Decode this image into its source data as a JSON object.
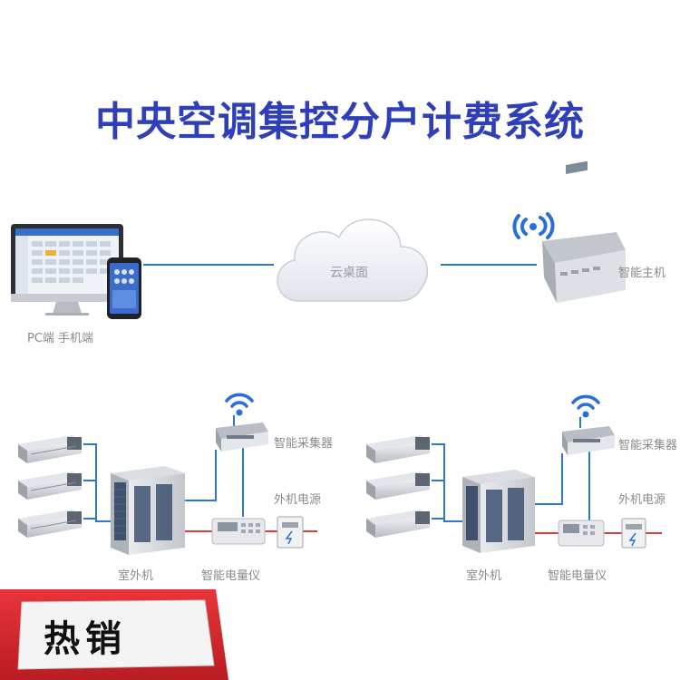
{
  "title": "中央空调集控分户计费系统",
  "top": {
    "pc_label": "PC端 手机端",
    "cloud_label": "云桌面",
    "host_label": "智能主机"
  },
  "left_group": {
    "collector_label": "智能采集器",
    "power_label": "外机电源",
    "outdoor_label": "室外机",
    "meter_label": "智能电量仪"
  },
  "right_group": {
    "collector_label": "智能采集器",
    "power_label": "外机电源",
    "outdoor_label": "室外机",
    "meter_label": "智能电量仪"
  },
  "badge": {
    "text": "热销"
  },
  "colors": {
    "title": "#2f3fb8",
    "link_blue": "#2b78d4",
    "power_red": "#e03a3a",
    "wifi_blue": "#2a6fd6",
    "badge_red": "#d8242a"
  },
  "icons": [
    "monitor-icon",
    "phone-icon",
    "cloud-icon",
    "wifi-icon",
    "host-device-icon",
    "indoor-unit-icon",
    "outdoor-unit-icon",
    "collector-icon",
    "meter-icon",
    "power-box-icon"
  ]
}
